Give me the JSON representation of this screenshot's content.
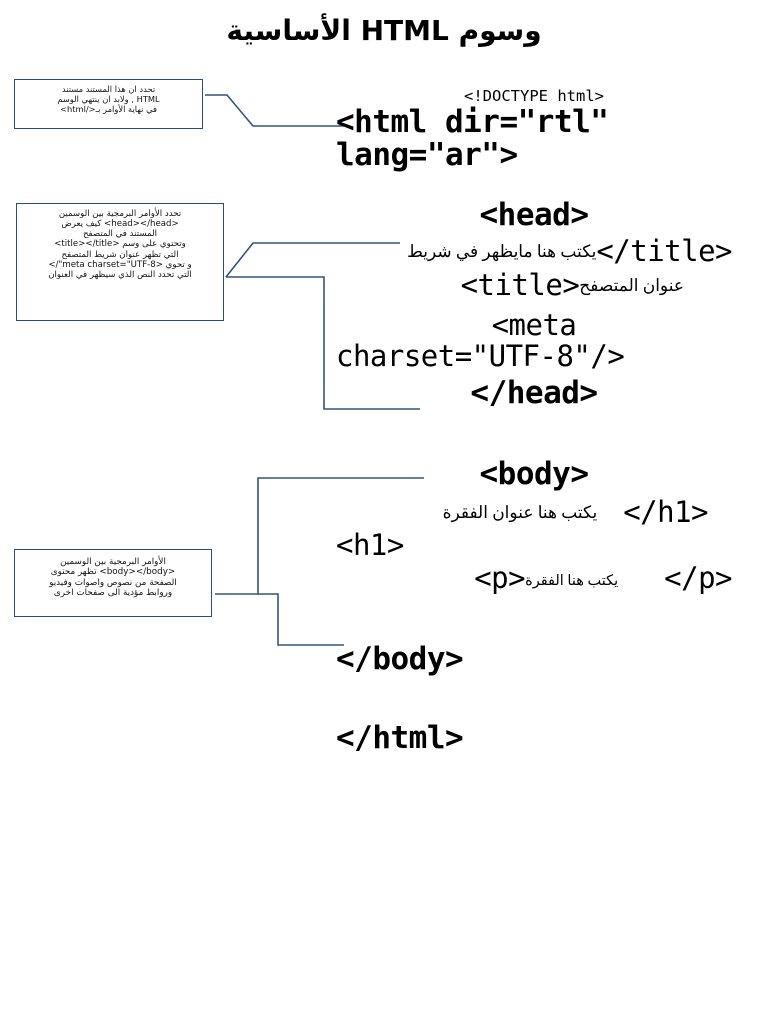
{
  "title": "وسوم HTML الأساسية",
  "colors": {
    "callout_border": "#2e4a7d",
    "connector": "#31557f",
    "text": "#000000",
    "background": "#ffffff"
  },
  "callouts": [
    {
      "id": "html",
      "lines": [
        "تحدد ان هذا المستند مستند",
        "HTML ,    ولابد ان ينتهي الوسم",
        "في نهاية الأوامر بـ</html>"
      ]
    },
    {
      "id": "head",
      "lines": [
        "تحدد الأوامر البرمجية بين الوسمين",
        "<head></head> كيف يعرض",
        "المستند في المتصفح",
        "وتحتوي على وسم <title></title>",
        "التي تظهر عنوان شريط المتصفح",
        "و تحوي <meta charset=\"UTF-8\"/>",
        "التي تحدد النص الذي سيظهر في العنوان"
      ]
    },
    {
      "id": "body",
      "lines": [
        "الأوامر البرمجية بين الوسمين",
        "<body></body> تظهر محتوى",
        "الصفحة من نصوص واصوات وفيديو",
        "وروابط مؤدية الى صفحات اخرى"
      ]
    }
  ],
  "code": {
    "doctype": "<!DOCTYPE html>",
    "html_open_line1": "<html dir=\"rtl\"",
    "html_open_line2": "lang=\"ar\">",
    "head_open": "<head>",
    "title_close": "</title>",
    "title_note_part1": "يكتب هنا مايظهر في شريط",
    "title_open": "<title>",
    "title_note_part2": "عنوان المتصفح",
    "meta_line1": "<meta",
    "meta_line2": "charset=\"UTF-8\"/>",
    "head_close": "</head>",
    "body_open": "<body>",
    "h1_close": "</h1>",
    "h1_note": "يكتب هنا عنوان الفقرة",
    "h1_open": "<h1>",
    "p_open": "<p>",
    "p_note": "يكتب هنا الفقرة",
    "p_close": "</p>",
    "body_close": "</body>",
    "html_close": "</html>"
  }
}
